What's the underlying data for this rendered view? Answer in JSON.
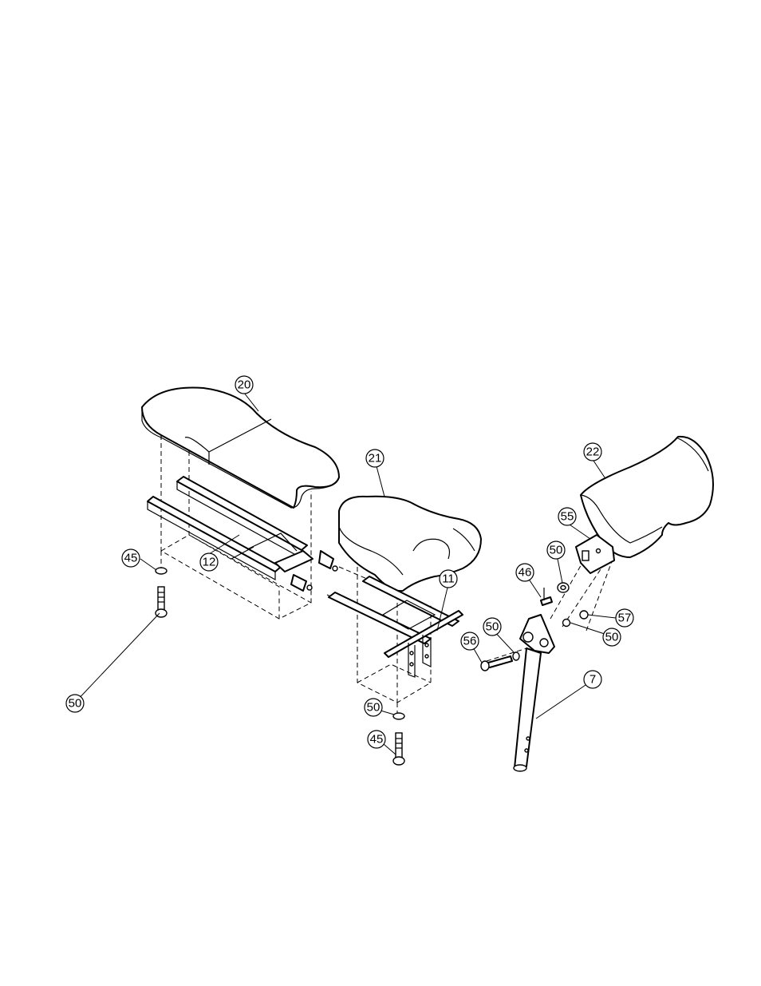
{
  "diagram": {
    "type": "exploded-assembly-parts-diagram",
    "callouts": [
      {
        "id": "c20",
        "label": "20",
        "part": "seat-pad"
      },
      {
        "id": "c21",
        "label": "21",
        "part": "front-seat-pad"
      },
      {
        "id": "c22",
        "label": "22",
        "part": "back-pad"
      },
      {
        "id": "c12",
        "label": "12",
        "part": "seat-frame"
      },
      {
        "id": "c11",
        "label": "11",
        "part": "front-frame"
      },
      {
        "id": "c55",
        "label": "55",
        "part": "bracket"
      },
      {
        "id": "c50a",
        "label": "50",
        "part": "washer"
      },
      {
        "id": "c46",
        "label": "46",
        "part": "screw"
      },
      {
        "id": "c50b",
        "label": "50",
        "part": "washer"
      },
      {
        "id": "c57",
        "label": "57",
        "part": "nut"
      },
      {
        "id": "c50c",
        "label": "50",
        "part": "washer"
      },
      {
        "id": "c56",
        "label": "56",
        "part": "bolt"
      },
      {
        "id": "c50d",
        "label": "50",
        "part": "washer"
      },
      {
        "id": "c7",
        "label": "7",
        "part": "back-post"
      },
      {
        "id": "c45a",
        "label": "45",
        "part": "bolt"
      },
      {
        "id": "c50e",
        "label": "50",
        "part": "washer"
      },
      {
        "id": "c45b",
        "label": "45",
        "part": "bolt"
      }
    ]
  }
}
